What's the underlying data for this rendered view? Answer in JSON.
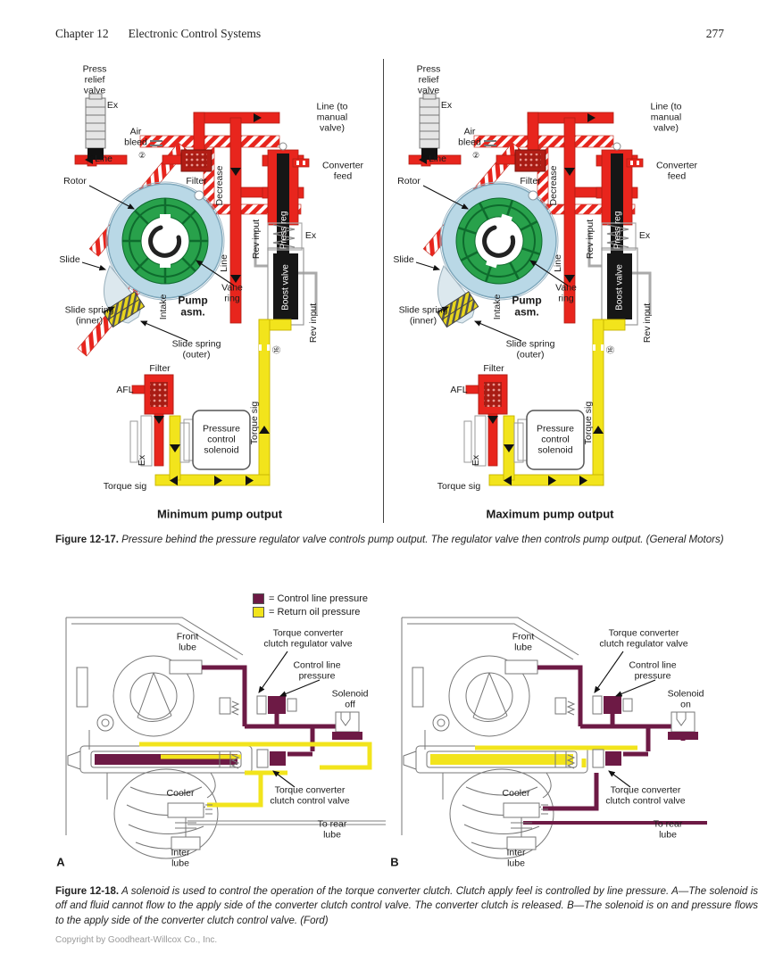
{
  "page": {
    "header_chapter": "Chapter 12",
    "header_title": "Electronic Control Systems",
    "page_number": "277",
    "copyright": "Copyright by Goodheart-Willcox Co., Inc."
  },
  "figure17": {
    "caption_lead": "Figure 12-17.",
    "caption_body": " Pressure behind the pressure regulator valve controls pump output. The regulator valve then controls pump output. (General Motors)",
    "labels": {
      "press_relief_valve": "Press\nrelief\nvalve",
      "ex_top": "Ex",
      "air_bleed": "Air\nbleed",
      "circled_2": "②",
      "line_left": "Line",
      "line_to_manual_valve": "Line (to manual valve)",
      "filter_top": "Filter",
      "decrease": "Decrease",
      "converter_feed": "Converter feed",
      "press_reg": "Press reg",
      "ex_right": "Ex",
      "rev_input_left": "Rev input",
      "rev_input_right": "Rev input",
      "line_vertical": "Line",
      "rotor": "Rotor",
      "slide": "Slide",
      "slide_spring_inner": "Slide spring\n(inner)",
      "slide_spring_outer": "Slide spring\n(outer)",
      "intake": "Intake",
      "pump_asm": "Pump\nasm.",
      "vane_ring": "Vane\nring",
      "boost_valve": "Boost valve",
      "orifice_mark": "⑯",
      "torque_sig_vertical": "Torque sig",
      "afl": "AFL",
      "filter_bottom": "Filter",
      "pressure_control_solenoid": "Pressure\ncontrol\nsolenoid",
      "ex_bottom": "Ex",
      "torque_sig_bottom": "Torque sig"
    },
    "panels": [
      {
        "title": "Minimum pump output"
      },
      {
        "title": "Maximum pump output"
      }
    ]
  },
  "figure18": {
    "legend": [
      {
        "color": "#6d1a45",
        "label": "= Control line pressure"
      },
      {
        "color": "#f2e41c",
        "label": "= Return oil pressure"
      }
    ],
    "caption_lead": "Figure 12-18.",
    "caption_body": " A solenoid is used to control the operation of the torque converter clutch. Clutch apply feel is controlled by line pressure. A—The solenoid is off and fluid cannot flow to the apply side of the converter clutch control valve. The converter clutch is released. B—The solenoid is on and pressure flows to the apply side of the converter clutch control valve. (Ford)",
    "labels": {
      "front_lube": "Front\nlube",
      "tcc_regulator_valve": "Torque converter\nclutch regulator valve",
      "control_line_pressure": "Control line\npressure",
      "cooler": "Cooler",
      "tcc_control_valve": "Torque converter\nclutch control valve",
      "to_rear_lube": "To rear\nlube",
      "inter_lube": "Inter\nlube"
    },
    "panels": [
      {
        "letter": "A",
        "solenoid": "Solenoid\noff"
      },
      {
        "letter": "B",
        "solenoid": "Solenoid\non"
      }
    ]
  },
  "colors": {
    "control_line_pressure": "#6d1a45",
    "return_oil_pressure": "#f2e41c",
    "line_pressure_red": "#e8251d",
    "pump_rotor_green": "#28a14b",
    "slide_blue": "#b9d8e6"
  }
}
